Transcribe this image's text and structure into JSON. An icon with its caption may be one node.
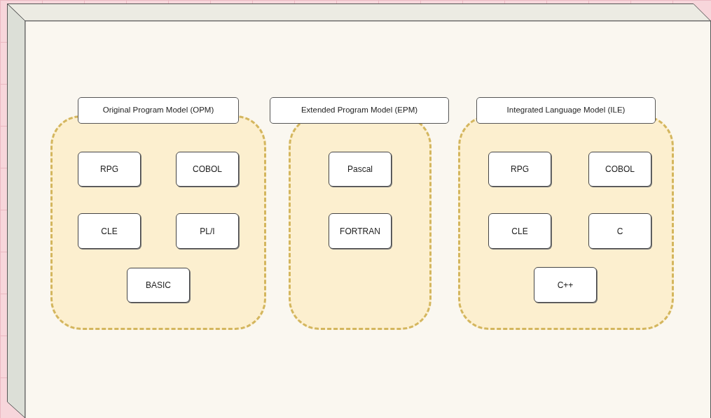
{
  "diagram": {
    "nodes": [
      {
        "text": [],
        "shape": "box"
      },
      {
        "text": [
          "Original Program Model (OPM)"
        ],
        "in": 0
      },
      {
        "text": [
          "RPG"
        ],
        "in": 1
      },
      {
        "text": [
          "COBOL"
        ],
        "in": 1
      },
      {
        "text": [
          "CLE"
        ],
        "in": 1
      },
      {
        "text": [
          "PL/I"
        ],
        "in": 1
      },
      {
        "text": [
          "BASIC"
        ],
        "in": 1
      },
      {
        "text": [
          "Extended Program Model (EPM)"
        ],
        "in": 0
      },
      {
        "text": [
          "Pascal"
        ],
        "in": 7
      },
      {
        "text": [
          "FORTRAN"
        ],
        "in": 7
      },
      {
        "text": [
          "Integrated Language Model (ILE)"
        ],
        "in": 0
      },
      {
        "text": [
          "RPG"
        ],
        "in": 10
      },
      {
        "text": [
          "COBOL"
        ],
        "in": 10
      },
      {
        "text": [
          "CLE"
        ],
        "in": 10
      },
      {
        "text": [
          "C"
        ],
        "in": 10
      },
      {
        "text": [
          "C++"
        ],
        "in": 10
      }
    ]
  }
}
